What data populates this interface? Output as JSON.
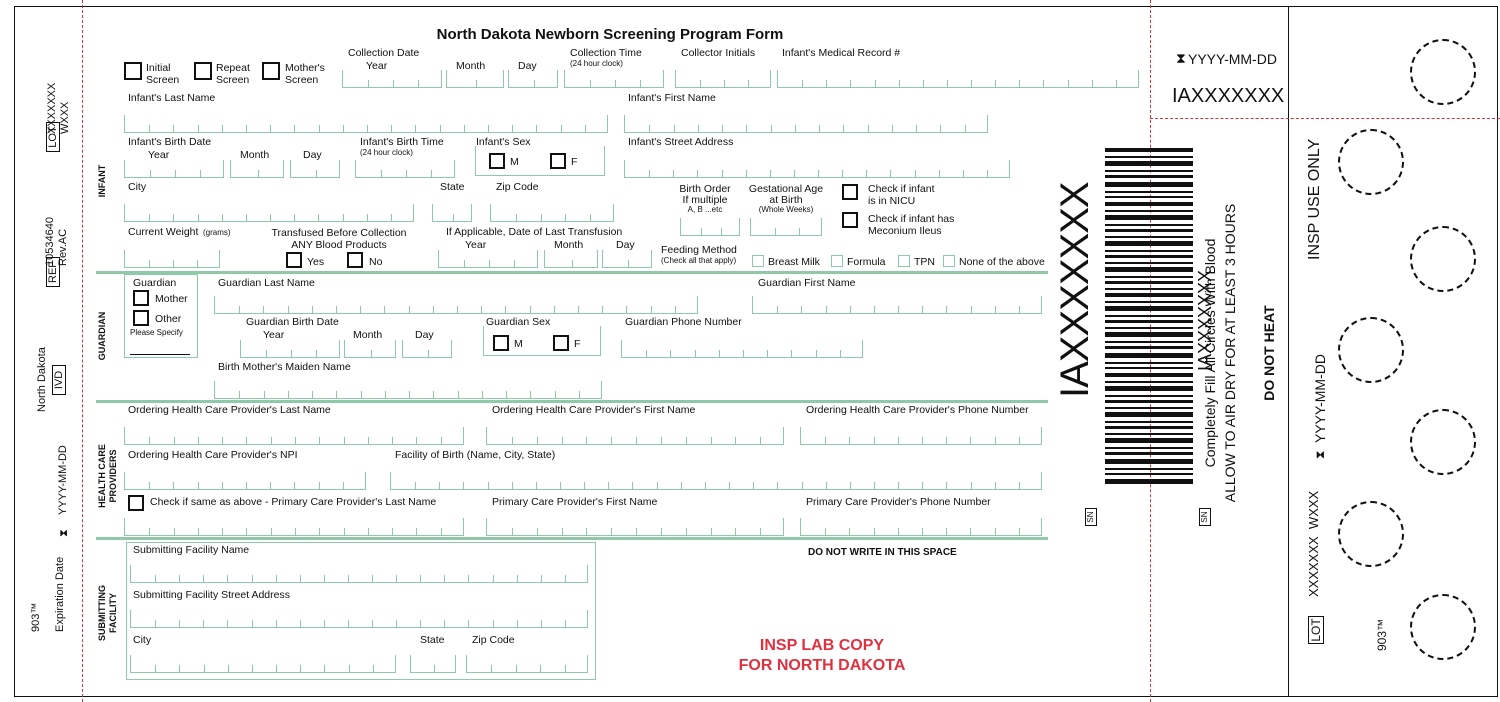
{
  "title": "North Dakota Newborn Screening Program Form",
  "left_strip": {
    "lot_label": "LOT",
    "lot_value": "XXXXXXX\nWXXX",
    "ref_label": "REF",
    "ref_value": "10534640\nRev.AC",
    "ivd_label": "IVD",
    "state": "North Dakota",
    "date_value": "YYYY-MM-DD",
    "exp_label": "Expiration Date",
    "model": "903™"
  },
  "screen_types": {
    "initial": "Initial\nScreen",
    "repeat": "Repeat\nScreen",
    "mothers": "Mother's\nScreen"
  },
  "collection": {
    "date_label": "Collection Date",
    "year": "Year",
    "month": "Month",
    "day": "Day",
    "time_label": "Collection Time",
    "time_hint": "(24 hour clock)",
    "initials_label": "Collector Initials",
    "mrn_label": "Infant's Medical Record #"
  },
  "infant": {
    "section": "INFANT",
    "last_name": "Infant's Last Name",
    "first_name": "Infant's First Name",
    "birth_date": "Infant's Birth Date",
    "year": "Year",
    "month": "Month",
    "day": "Day",
    "birth_time": "Infant's Birth Time",
    "birth_time_hint": "(24 hour clock)",
    "sex": "Infant's Sex",
    "male": "M",
    "female": "F",
    "street": "Infant's Street Address",
    "city": "City",
    "state": "State",
    "zip": "Zip Code",
    "birth_order": "Birth Order\nIf multiple",
    "birth_order_hint": "A, B ...etc",
    "gest_age": "Gestational Age\nat Birth",
    "gest_hint": "(Whole Weeks)",
    "nicu": "Check if infant\nis in NICU",
    "meconium": "Check if infant has\nMeconium Ileus",
    "weight": "Current Weight",
    "weight_unit": "(grams)",
    "transfused": "Transfused Before Collection\nANY Blood Products",
    "yes": "Yes",
    "no": "No",
    "transfusion_date": "If Applicable, Date of Last Transfusion",
    "feeding": "Feeding Method",
    "feeding_hint": "(Check all that apply)",
    "feeding_options": [
      "Breast Milk",
      "Formula",
      "TPN",
      "None of the above"
    ]
  },
  "guardian": {
    "section": "GUARDIAN",
    "guardian": "Guardian",
    "mother": "Mother",
    "other": "Other",
    "specify": "Please Specify",
    "last_name": "Guardian Last Name",
    "first_name": "Guardian First Name",
    "birth_date": "Guardian Birth Date",
    "year": "Year",
    "month": "Month",
    "day": "Day",
    "sex": "Guardian Sex",
    "male": "M",
    "female": "F",
    "phone": "Guardian Phone Number",
    "maiden": "Birth Mother's Maiden Name"
  },
  "providers": {
    "section": "HEALTH CARE\nPROVIDERS",
    "ord_last": "Ordering Health Care Provider's Last Name",
    "ord_first": "Ordering Health Care Provider's First Name",
    "ord_phone": "Ordering Health Care Provider's Phone Number",
    "ord_npi": "Ordering Health Care Provider's NPI",
    "facility_birth": "Facility of Birth (Name, City, State)",
    "pcp_last": "Check if same as above - Primary Care Provider's Last Name",
    "pcp_first": "Primary Care Provider's First Name",
    "pcp_phone": "Primary Care Provider's Phone Number"
  },
  "submitting": {
    "section": "SUBMITTING\nFACILITY",
    "name": "Submitting Facility Name",
    "street": "Submitting Facility Street Address",
    "city": "City",
    "state": "State",
    "zip": "Zip Code"
  },
  "do_not_write": "DO NOT WRITE IN THIS SPACE",
  "lab_copy": "INSP LAB COPY\nFOR NORTH DAKOTA",
  "barcode_text": "IAXXXXXXX",
  "sn": "SN",
  "instructions": {
    "line1": "Completely Fill All Circles With Blood",
    "line2": "ALLOW TO AIR DRY FOR AT LEAST 3 HOURS",
    "line3": "DO NOT HEAT"
  },
  "right_panel": {
    "date": "YYYY-MM-DD",
    "id": "IAXXXXXXX",
    "insp_use": "INSP USE ONLY",
    "date_v": "YYYY-MM-DD",
    "lot_label": "LOT",
    "lot_value": "XXXXXXX  WXXX",
    "model": "903™"
  }
}
